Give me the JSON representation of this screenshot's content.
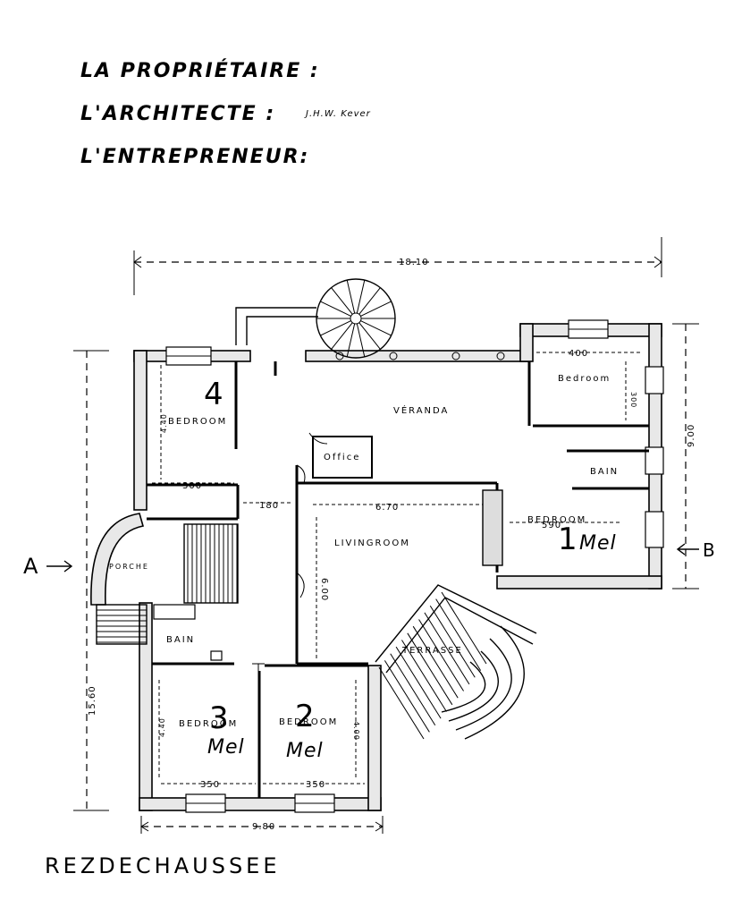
{
  "header": {
    "owner_label": "LA PROPRIÉTAIRE :",
    "architect_label": "L'ARCHITECTE :",
    "architect_signature": "J.H.W. Kever",
    "contractor_label": "L'ENTREPRENEUR:"
  },
  "plan": {
    "title": "REZDECHAUSSEE",
    "rooms": {
      "bedroom_4": "BEDROOM",
      "veranda": "VÉRANDA",
      "office": "Office",
      "bedroom_ne": "Bedroom",
      "bain_ne": "BAIN",
      "bedroom_e": "BEDROOM",
      "livingroom": "LIVINGROOM",
      "porche": "PORCHE",
      "bain_w": "BAIN",
      "terrasse": "TERRASSE",
      "bedroom_3": "BEDROOM",
      "bedroom_2": "BEDROOM"
    },
    "room_numbers": {
      "bedroom_4": "4",
      "bedroom_e": "1",
      "bedroom_3": "3",
      "bedroom_2": "2"
    },
    "handwritten_notes": {
      "bedroom_e": "Mel",
      "bedroom_3": "Mel",
      "bedroom_2": "Mel"
    },
    "dimensions": {
      "overall_width": "18.10",
      "ne_wing_height": "9.00",
      "left_height": "15.60",
      "bottom_width": "9.80",
      "bedroom_4_width": "300",
      "bedroom_4_height": "4.40",
      "corridor_width": "180",
      "living_width": "6.70",
      "living_height": "6.00",
      "bedroom_e_width": "590",
      "bedroom_ne_width": "400",
      "bedroom_ne_height": "300",
      "bedroom_3_width": "350",
      "bedroom_3_height": "4.40",
      "bedroom_2_width": "350",
      "bedroom_2_height": "4.00"
    },
    "section_markers": {
      "left": "A",
      "right": "B"
    }
  }
}
